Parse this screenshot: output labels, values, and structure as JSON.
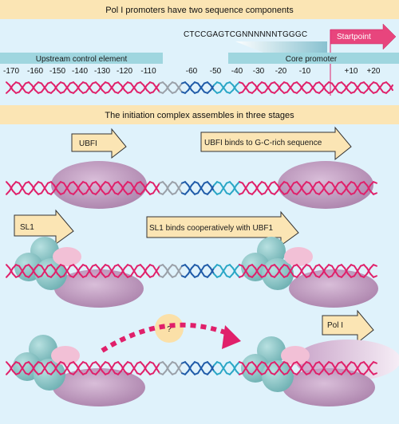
{
  "header_top": "Pol I promoters have two sequence components",
  "header_mid": "The initiation complex assembles in three stages",
  "sequence": "CTCCGAGTCGNNNNNNTGGGC",
  "startpoint_label": "Startpoint",
  "upstream_label": "Upstream control element",
  "core_label": "Core promoter",
  "ticks_left": [
    "-170",
    "-160",
    "-150",
    "-140",
    "-130",
    "-120",
    "-110"
  ],
  "ticks_right": [
    "-60",
    "-50",
    "-40",
    "-30",
    "-20",
    "-10",
    "+10",
    "+20"
  ],
  "stage1": {
    "label_left": "UBFI",
    "label_right": "UBFI binds to G-C-rich sequence"
  },
  "stage2": {
    "label_left": "SL1",
    "label_right": "SL1 binds cooperatively with UBF1"
  },
  "stage3": {
    "unknown_label": "?",
    "label_right": "Pol I"
  },
  "colors": {
    "background": "#dff2fb",
    "header_band": "#fbe5b4",
    "bar_teal": "#9fd6df",
    "dna_pink": "#e0206a",
    "dna_grey": "#9aa0a8",
    "dna_blue": "#1f5ba8",
    "dna_cyan": "#2aa7c6",
    "arrow_pink": "#e8457d",
    "callout_fill": "#fbe5b4",
    "ubf_purple": "#b48bb4",
    "sl1_teal": "#7cbcbd",
    "sl1_pink": "#f2c0d6",
    "question_circle": "#fbe0a8"
  }
}
